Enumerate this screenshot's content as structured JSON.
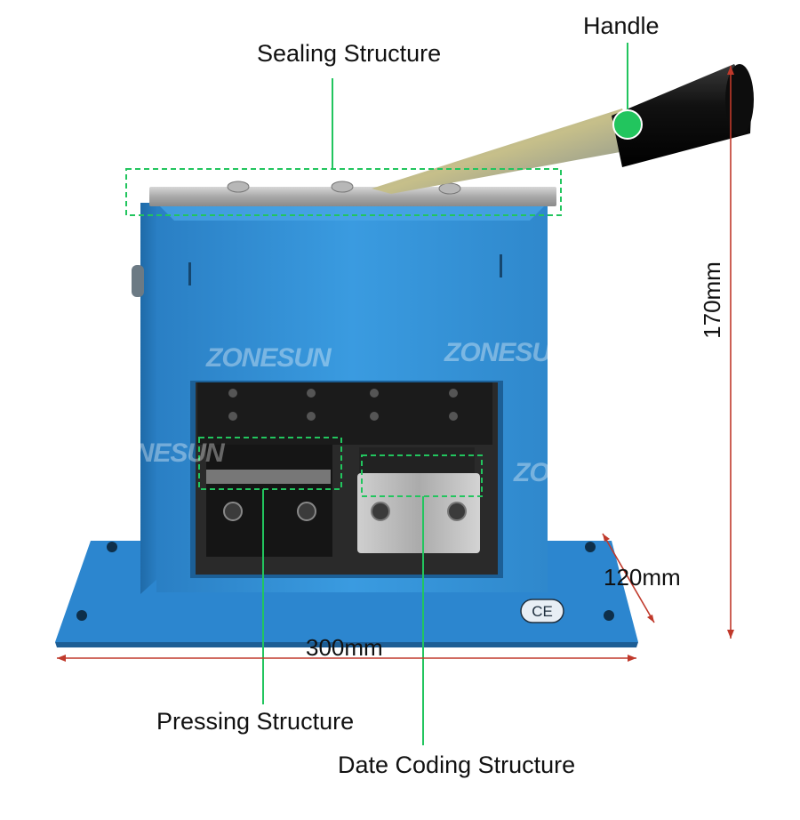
{
  "callouts": {
    "handle": "Handle",
    "sealing": "Sealing Structure",
    "pressing": "Pressing Structure",
    "date_coding": "Date Coding Structure"
  },
  "dimensions": {
    "width": "300mm",
    "depth": "120mm",
    "height": "170mm"
  },
  "watermark": "ZONESUN",
  "colors": {
    "machine_blue": "#2f8fd6",
    "callout_green": "#22c55e",
    "dimension_red": "#c0392b"
  }
}
